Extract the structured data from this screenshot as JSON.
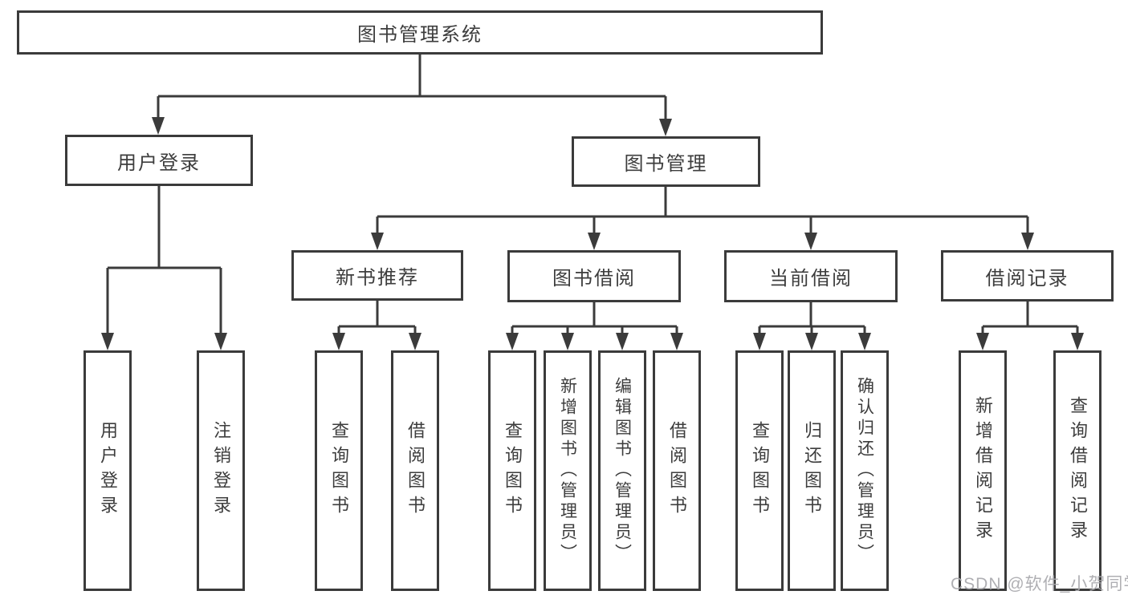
{
  "diagram": {
    "root": "图书管理系统",
    "level2": [
      "用户登录",
      "图书管理"
    ],
    "level3": [
      "新书推荐",
      "图书借阅",
      "当前借阅",
      "借阅记录"
    ],
    "leaves": {
      "user_login": [
        "用户登录",
        "注销登录"
      ],
      "new_book_recommend": [
        "查询图书",
        "借阅图书"
      ],
      "book_borrow": [
        "查询图书",
        "新增图书（管理员）",
        "编辑图书（管理员）",
        "借阅图书"
      ],
      "current_borrow": [
        "查询图书",
        "归还图书",
        "确认归还（管理员）"
      ],
      "borrow_records": [
        "新增借阅记录",
        "查询借阅记录"
      ]
    }
  },
  "watermark": "CSDN @软件_小贺同学",
  "colors": {
    "line": "#3b3b3b",
    "text": "#3d3d3d",
    "watermark": "#a9a9ad",
    "background": "#ffffff"
  }
}
